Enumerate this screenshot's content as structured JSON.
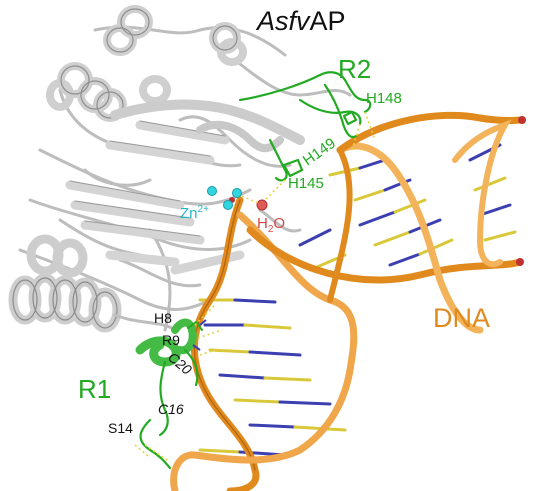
{
  "title": "AsfvAP",
  "title_italic": "Asfv",
  "title_suffix": "AP",
  "labels": {
    "r2": "R2",
    "r1": "R1",
    "dna": "DNA",
    "h148": "H148",
    "h149": "H149",
    "h145": "H145",
    "zn": "Zn",
    "zn_sup": "2+",
    "h2o_h": "H",
    "h2o_sub": "2",
    "h2o_o": "O",
    "h8": "H8",
    "r9": "R9",
    "c20": "C20",
    "c16": "C16",
    "s14": "S14"
  },
  "colors": {
    "protein": "#d9d9d9",
    "protein_edge": "#8c8c8c",
    "dna_backbone": "#e08a1e",
    "dna_backbone_light": "#f3b35a",
    "base_blue": "#3b3fb0",
    "base_yellow": "#d9c93a",
    "region_green": "#22aa22",
    "zinc": "#33d6e0",
    "water": "#e05a5a",
    "hbond": "#e6d23c",
    "label_black": "#111111"
  }
}
